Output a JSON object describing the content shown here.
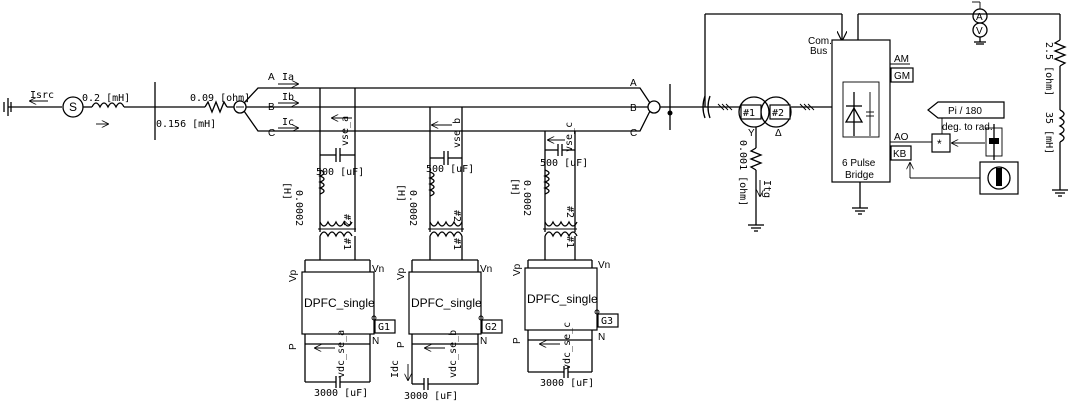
{
  "source": {
    "current_label": "Isrc",
    "inductance": "0.2 [mH]"
  },
  "line": {
    "resistance": "0.09 [ohm]",
    "inductance": "0.156 [mH]"
  },
  "phases": {
    "A": "A",
    "B": "B",
    "C": "C",
    "Ia": "Ia",
    "Ib": "Ib",
    "Ic": "Ic"
  },
  "modules": [
    {
      "name": "DPFC_single",
      "inductance": "0.0002",
      "inductance_unit": "[H]",
      "cap": "500 [uF]",
      "vse": "vse_a",
      "vdc": "vdc_se_a",
      "dc_cap": "3000 [uF]",
      "gate": "G1",
      "vp": "Vp",
      "vn": "Vn",
      "p": "P",
      "n": "N",
      "w1": "#1",
      "w2": "#2"
    },
    {
      "name": "DPFC_single",
      "inductance": "0.0002",
      "inductance_unit": "[H]",
      "cap": "500 [uF]",
      "vse": "vse_b",
      "vdc": "vdc_se_b",
      "dc_cap": "3000 [uF]",
      "gate": "G2",
      "vp": "Vp",
      "vn": "Vn",
      "p": "P",
      "n": "N",
      "w1": "#1",
      "w2": "#2",
      "idc": "Idc"
    },
    {
      "name": "DPFC_single",
      "inductance": "0.0002",
      "inductance_unit": "[H]",
      "cap": "500 [uF]",
      "vse": "vse_c",
      "vdc": "vdc_se_c",
      "dc_cap": "3000 [uF]",
      "gate": "G3",
      "vp": "Vp",
      "vn": "Vn",
      "p": "P",
      "n": "N",
      "w1": "#1",
      "w2": "#2"
    }
  ],
  "transformer": {
    "w1": "#1",
    "w2": "#2",
    "ground_r": "0.001 [ohm]",
    "itg": "Itg"
  },
  "bridge": {
    "com_bus": "Com.\nBus",
    "com": "Com.",
    "bus": "Bus",
    "am": "AM",
    "gm": "GM",
    "ao": "AO",
    "kb": "KB",
    "title1": "6 Pulse",
    "title2": "Bridge"
  },
  "control": {
    "gain_line1": "Pi / 180",
    "gain_line2": "deg. to rad.",
    "mult": "*"
  },
  "load": {
    "r": "2.5 [ohm]",
    "l": "35 [mH]"
  },
  "meters": {
    "a": "A",
    "v": "V"
  }
}
